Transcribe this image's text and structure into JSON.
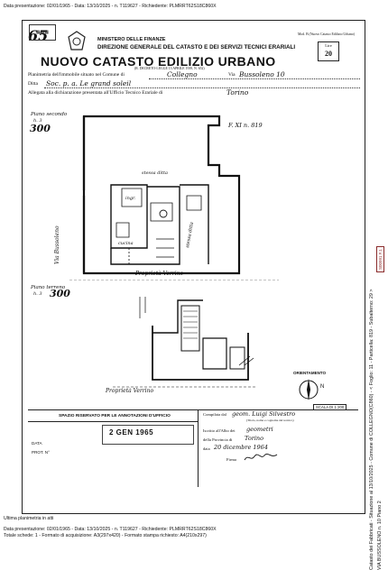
{
  "header_top": "Data presentazione: 02/01/1965 - Data: 13/10/2025 - n. T119627 - Richiedente: PLMRRT62S18C860X",
  "form": {
    "handwritten_code": "65",
    "title_small": "MINISTERO DELLE FINANZE",
    "title_main": "DIREZIONE GENERALE DEL CATASTO E DEI SERVIZI TECNICI ERARIALI",
    "title_big": "NUOVO CATASTO EDILIZIO URBANO",
    "decree": "(R. DECRETO-LEGGE 13 APRILE 1939, N. 652)",
    "model": "Mod. B (Nuovo Catasto Edilizio Urbano)",
    "price_label": "Lire",
    "price_value": "20",
    "line1_label": "Planimetria dell'immobile situato nel Comune di",
    "line1_comune": "Collegno",
    "line1_via_label": "Via",
    "line1_via": "Bussoleno 10",
    "line2_label": "Ditta",
    "line2_ditta": "Soc. p. a.   Le grand soleil",
    "line3_label": "Allegata alla dichiarazione presentata all'Ufficio Tecnico Erariale di",
    "line3_ufficio": "Torino"
  },
  "plan_upper": {
    "floor_label": "Piano secondo",
    "height_label": "h. 3",
    "height_value": "300",
    "sheet_ref": "F. XI  n. 819",
    "room1": "stessa ditta",
    "room2": "stessa ditta",
    "room3": "cucina",
    "room4": "ingr.",
    "street_left": "Via Bussoleno",
    "street_bottom": "Proprietà Verrino"
  },
  "plan_lower": {
    "floor_label": "Piano terreno",
    "height_label": "h. 3",
    "height_value": "300",
    "street_bottom": "Proprietà Verrino",
    "orientation": "ORIENTAMENTO",
    "north": "N",
    "scale": "SCALA DI 1:200"
  },
  "footer_box": {
    "reserved": "SPAZIO RISERVATO PER LE ANNOTAZIONI D'UFFICIO",
    "data_label": "DATA",
    "prot_label": "PROT. N°",
    "stamp_date": "2 GEN 1965",
    "compiled_label": "Compilata dal",
    "compiled_name": "geom. Luigi  Silvestro",
    "compiled_note": "(Titolo, nome e cognome del tecnico)",
    "register_label": "Iscritto all'Albo dei",
    "register_value": "geometri",
    "province_label": "della Provincia di",
    "province_value": "Torino",
    "date_label": "data",
    "date_value": "20 dicembre 1964",
    "signature_label": "Firma"
  },
  "side_text": {
    "line1": "Catasto dei Fabbricati - Situazione al 13/10/2025 - Comune di COLLEGNO(C860) - < Foglio: 11 - Particella: 819 - Subalterno: 29 >",
    "line2": "VIA BUSSOLENO n. 10 Piano 2",
    "stamp": "S00991 F.1"
  },
  "bottom": {
    "last": "Ultima planimetria in atti",
    "line1": "Data presentazione: 02/01/1965 - Data: 13/10/2025 - n. T119627 - Richiedente: PLMRRT62S18C860X",
    "line2": "Totale schede: 1 - Formato di acquisizione: A3(297x420) - Formato stampa richiesto: A4(210x297)"
  },
  "colors": {
    "ink": "#111111",
    "paper": "#ffffff",
    "stamp": "#8a2a2a"
  }
}
